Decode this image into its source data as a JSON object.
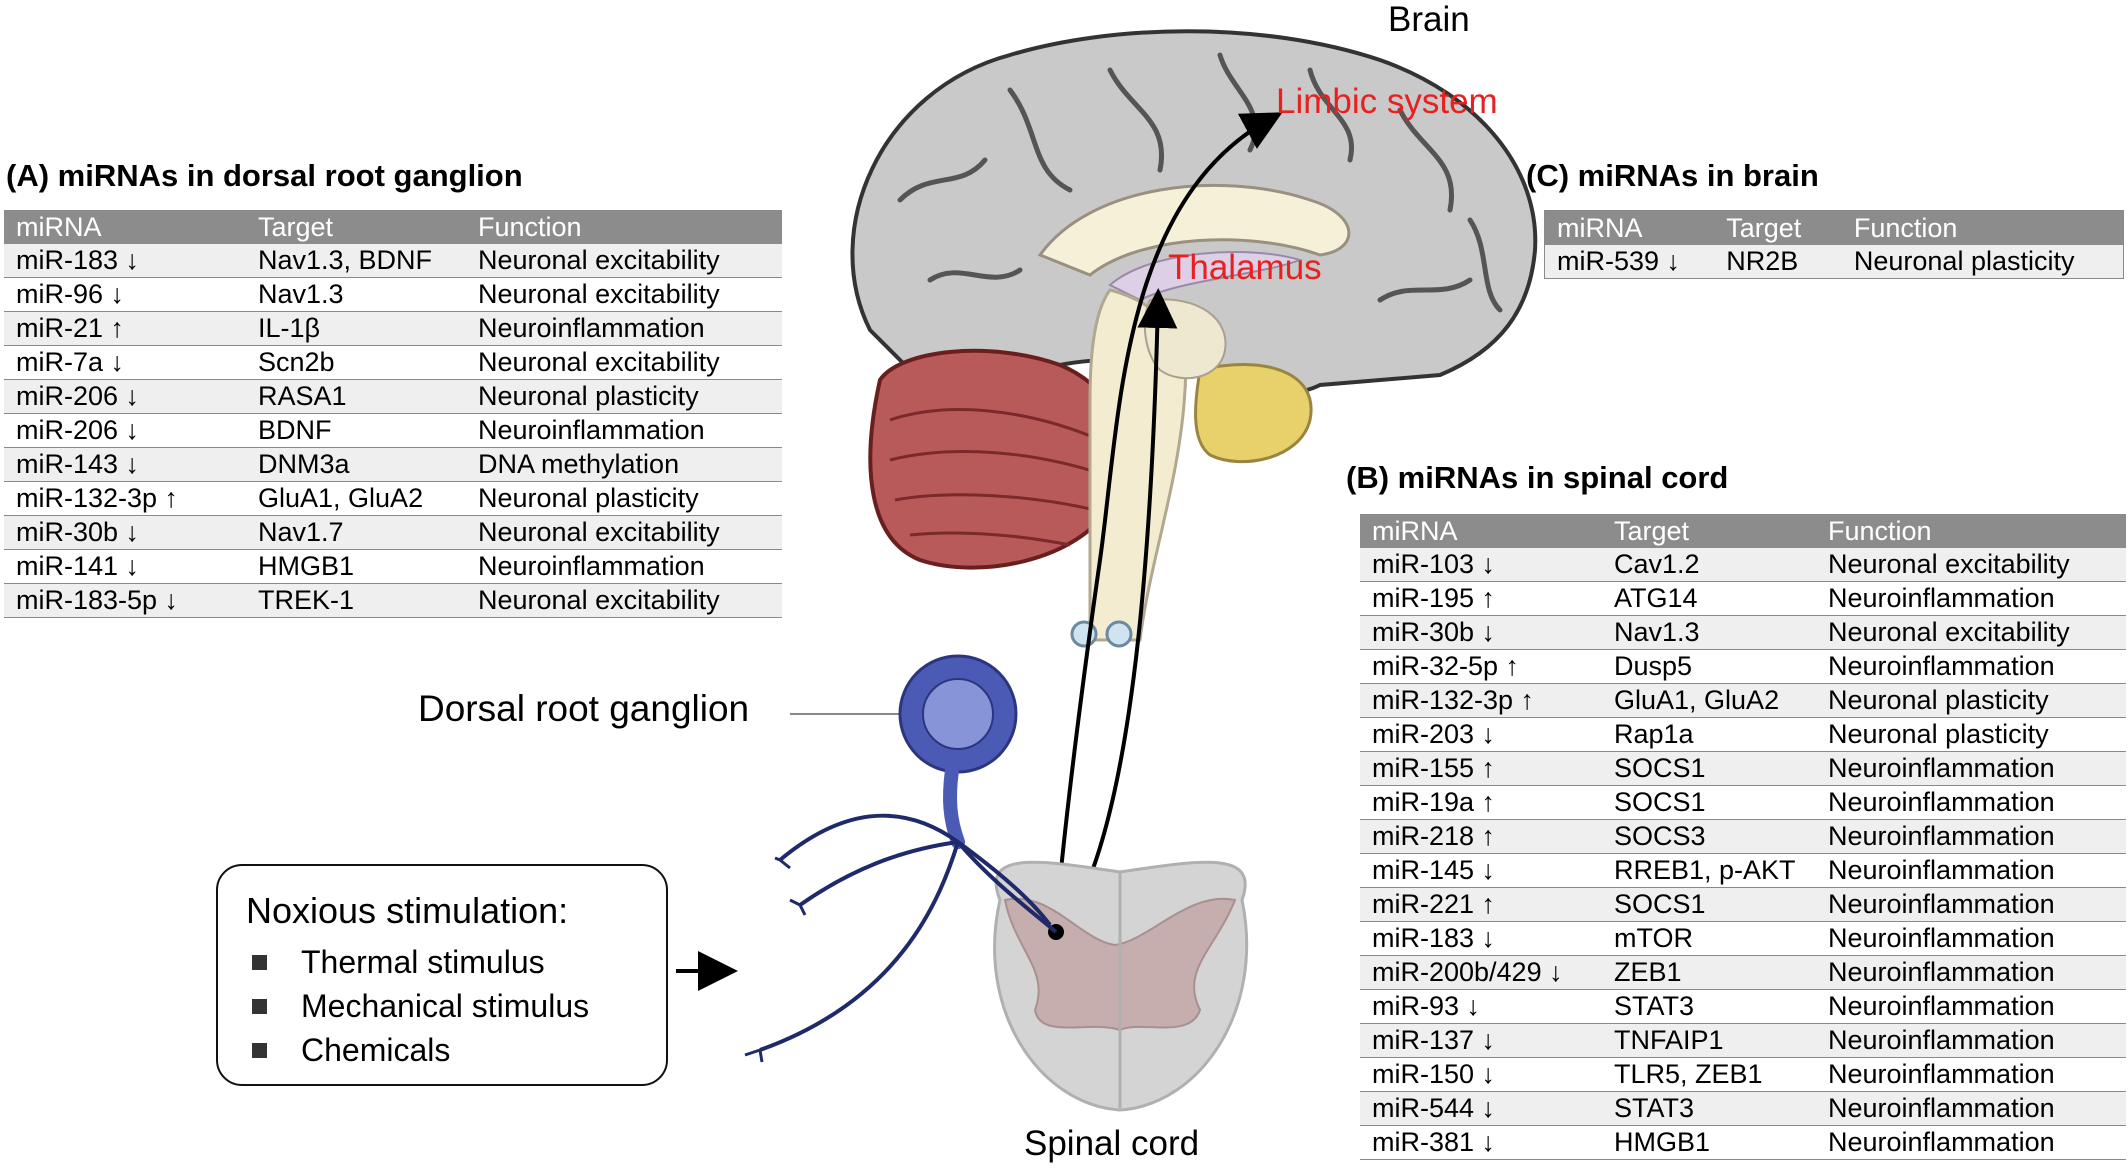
{
  "labels": {
    "brain": "Brain",
    "limbic": "Limbic system",
    "thalamus": "Thalamus",
    "drg": "Dorsal root ganglion",
    "spinal": "Spinal cord"
  },
  "noxious": {
    "title": "Noxious stimulation:",
    "items": [
      "Thermal stimulus",
      "Mechanical stimulus",
      "Chemicals"
    ]
  },
  "colors": {
    "highlight": "#e8201f",
    "header_bg": "#8c8c8c",
    "neuron": "#4b5ab4"
  },
  "tables": {
    "A": {
      "title": "(A) miRNAs in dorsal root ganglion",
      "headers": [
        "miRNA",
        "Target",
        "Function"
      ],
      "rows": [
        [
          "miR-183 ↓",
          "Nav1.3, BDNF",
          "Neuronal excitability"
        ],
        [
          "miR-96 ↓",
          "Nav1.3",
          "Neuronal excitability"
        ],
        [
          "miR-21 ↑",
          "IL-1β",
          "Neuroinflammation"
        ],
        [
          "miR-7a ↓",
          "Scn2b",
          "Neuronal excitability"
        ],
        [
          "miR-206 ↓",
          "RASA1",
          "Neuronal plasticity"
        ],
        [
          "miR-206 ↓",
          "BDNF",
          "Neuroinflammation"
        ],
        [
          "miR-143 ↓",
          "DNM3a",
          "DNA methylation"
        ],
        [
          "miR-132-3p ↑",
          "GluA1, GluA2",
          "Neuronal plasticity"
        ],
        [
          "miR-30b ↓",
          "Nav1.7",
          "Neuronal excitability"
        ],
        [
          "miR-141 ↓",
          "HMGB1",
          "Neuroinflammation"
        ],
        [
          "miR-183-5p ↓",
          "TREK-1",
          "Neuronal excitability"
        ]
      ]
    },
    "B": {
      "title": "(B) miRNAs in spinal cord",
      "headers": [
        "miRNA",
        "Target",
        "Function"
      ],
      "rows": [
        [
          "miR-103 ↓",
          "Cav1.2",
          "Neuronal excitability"
        ],
        [
          "miR-195 ↑",
          "ATG14",
          "Neuroinflammation"
        ],
        [
          "miR-30b ↓",
          "Nav1.3",
          "Neuronal excitability"
        ],
        [
          "miR-32-5p ↑",
          "Dusp5",
          "Neuroinflammation"
        ],
        [
          "miR-132-3p ↑",
          "GluA1, GluA2",
          "Neuronal plasticity"
        ],
        [
          "miR-203 ↓",
          "Rap1a",
          "Neuronal plasticity"
        ],
        [
          "miR-155 ↑",
          "SOCS1",
          "Neuroinflammation"
        ],
        [
          "miR-19a ↑",
          "SOCS1",
          "Neuroinflammation"
        ],
        [
          "miR-218 ↑",
          "SOCS3",
          "Neuroinflammation"
        ],
        [
          "miR-145 ↓",
          "RREB1, p-AKT",
          "Neuroinflammation"
        ],
        [
          "miR-221 ↑",
          "SOCS1",
          "Neuroinflammation"
        ],
        [
          "miR-183 ↓",
          "mTOR",
          "Neuroinflammation"
        ],
        [
          "miR-200b/429 ↓",
          "ZEB1",
          "Neuroinflammation"
        ],
        [
          "miR-93 ↓",
          "STAT3",
          "Neuroinflammation"
        ],
        [
          "miR-137 ↓",
          "TNFAIP1",
          "Neuroinflammation"
        ],
        [
          "miR-150 ↓",
          "TLR5, ZEB1",
          "Neuroinflammation"
        ],
        [
          "miR-544 ↓",
          "STAT3",
          "Neuroinflammation"
        ],
        [
          "miR-381 ↓",
          "HMGB1",
          "Neuroinflammation"
        ]
      ]
    },
    "C": {
      "title": "(C) miRNAs in brain",
      "headers": [
        "miRNA",
        "Target",
        "Function"
      ],
      "rows": [
        [
          "miR-539 ↓",
          "NR2B",
          "Neuronal plasticity"
        ]
      ]
    }
  }
}
